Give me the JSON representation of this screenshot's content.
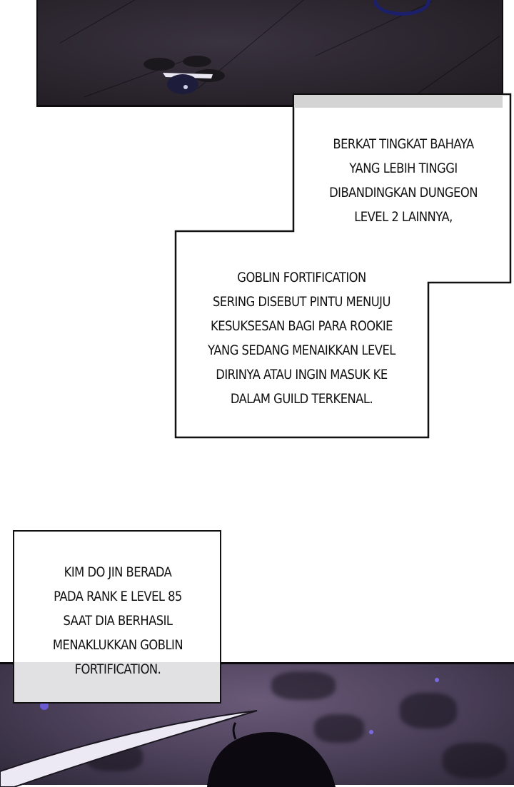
{
  "captions": {
    "box1": {
      "lines": [
        "BERKAT TINGKAT BAHAYA",
        "YANG LEBIH TINGGI",
        "DIBANDINGKAN DUNGEON",
        "LEVEL 2 LAINNYA,"
      ]
    },
    "box2": {
      "lines": [
        "GOBLIN FORTIFICATION",
        "SERING DISEBUT PINTU MENUJU",
        "KESUKSESAN BAGI PARA ROOKIE",
        "YANG SEDANG MENAIKKAN LEVEL",
        "DIRINYA ATAU INGIN MASUK KE",
        "DALAM GUILD TERKENAL."
      ]
    },
    "box3": {
      "lines": [
        "KIM DO JIN BERADA",
        "PADA RANK E LEVEL 85",
        "SAAT DIA BERHASIL",
        "MENAKLUKKAN GOBLIN",
        "FORTIFICATION."
      ]
    }
  },
  "panels": {
    "top": {
      "description": "dark cracked stone floor with drone",
      "color": "#2a242d"
    },
    "bottom": {
      "description": "purple dungeon background with silhouette and blade",
      "color": "#4a3f58"
    }
  }
}
